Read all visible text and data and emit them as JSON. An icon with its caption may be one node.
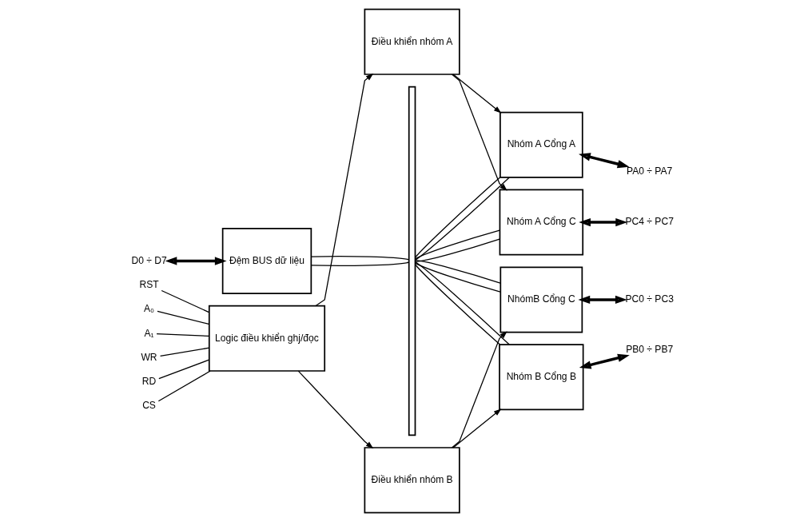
{
  "diagram": {
    "nodes": [
      {
        "text": [
          "Đệm BUS dữ liệu"
        ]
      },
      {
        "text": [
          "Điều khiển nhóm A"
        ]
      },
      {
        "text": [
          "Logic điều khiển ghj/đọc"
        ]
      },
      {
        "text": [
          "Điều khiển nhóm B"
        ]
      },
      {
        "text": [],
        "shape": "bar"
      },
      {
        "text": [
          "Nhóm A Cổng A"
        ]
      },
      {
        "text": [
          "Nhóm A Cổng C"
        ]
      },
      {
        "text": [
          "NhómB Cổng C"
        ]
      },
      {
        "text": [
          "Nhóm B Cổng B"
        ]
      },
      {
        "text": [
          "D0 ÷ D7"
        ]
      },
      {
        "text": [
          "RST"
        ]
      },
      {
        "text": [
          "A₀"
        ]
      },
      {
        "text": [
          "A₁"
        ]
      },
      {
        "text": [
          "WR"
        ]
      },
      {
        "text": [
          "RD"
        ]
      },
      {
        "text": [
          "CS"
        ]
      },
      {
        "text": [
          "PA0 ÷ PA7"
        ]
      },
      {
        "text": [
          "PC4 ÷ PC7"
        ]
      },
      {
        "text": [
          "PC0 ÷ PC3"
        ]
      },
      {
        "text": [
          "PB0 ÷ PB7"
        ]
      }
    ],
    "edges": [
      {
        "from": 9,
        "to": 0,
        "arrow": "both",
        "style": "thick"
      },
      {
        "from": 10,
        "to": 2,
        "arrow": "none"
      },
      {
        "from": 11,
        "to": 2,
        "arrow": "none"
      },
      {
        "from": 12,
        "to": 2,
        "arrow": "none"
      },
      {
        "from": 13,
        "to": 2,
        "arrow": "none"
      },
      {
        "from": 14,
        "to": 2,
        "arrow": "none"
      },
      {
        "from": 15,
        "to": 2,
        "arrow": "none"
      },
      {
        "from": 0,
        "to": 4,
        "arrow": "none"
      },
      {
        "from": 0,
        "to": 4,
        "arrow": "none"
      },
      {
        "from": 2,
        "to": 1,
        "arrow": "to"
      },
      {
        "from": 2,
        "to": 3,
        "arrow": "to"
      },
      {
        "from": 1,
        "to": 5,
        "arrow": "to"
      },
      {
        "from": 1,
        "to": 6,
        "arrow": "to"
      },
      {
        "from": 3,
        "to": 7,
        "arrow": "to"
      },
      {
        "from": 3,
        "to": 8,
        "arrow": "to"
      },
      {
        "from": 4,
        "to": 5,
        "arrow": "none"
      },
      {
        "from": 4,
        "to": 5,
        "arrow": "none"
      },
      {
        "from": 4,
        "to": 6,
        "arrow": "none"
      },
      {
        "from": 4,
        "to": 6,
        "arrow": "none"
      },
      {
        "from": 4,
        "to": 7,
        "arrow": "none"
      },
      {
        "from": 4,
        "to": 7,
        "arrow": "none"
      },
      {
        "from": 4,
        "to": 8,
        "arrow": "none"
      },
      {
        "from": 4,
        "to": 8,
        "arrow": "none"
      },
      {
        "from": 5,
        "to": 16,
        "arrow": "both",
        "style": "thick"
      },
      {
        "from": 6,
        "to": 17,
        "arrow": "both",
        "style": "thick"
      },
      {
        "from": 7,
        "to": 18,
        "arrow": "both",
        "style": "thick"
      },
      {
        "from": 8,
        "to": 19,
        "arrow": "both",
        "style": "thick"
      }
    ]
  }
}
